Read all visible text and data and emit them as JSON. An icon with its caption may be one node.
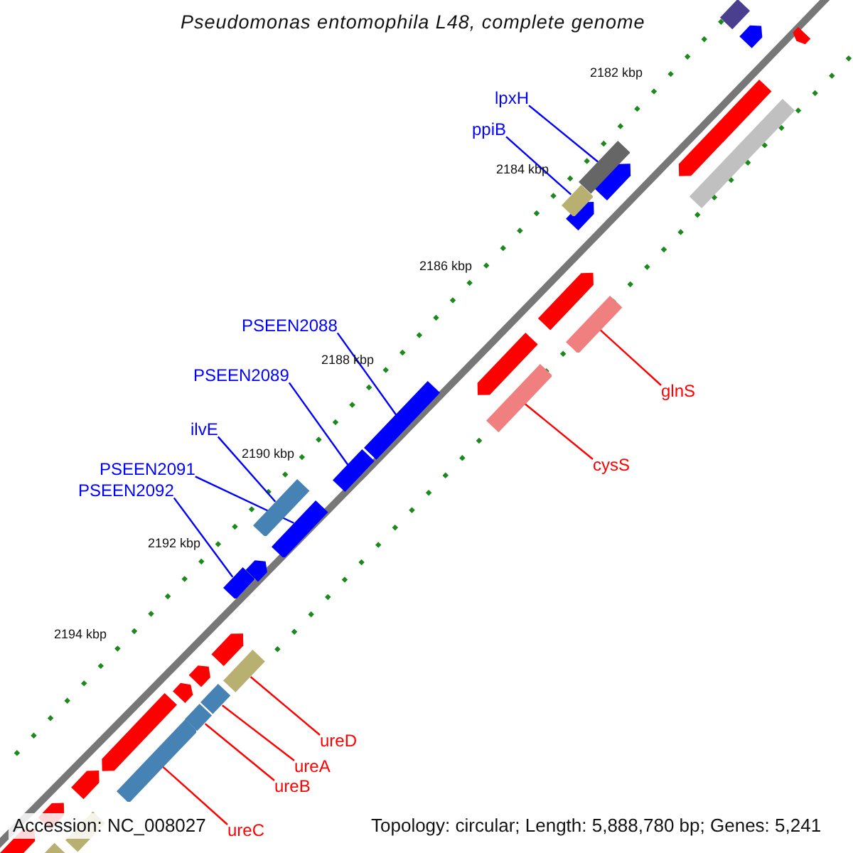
{
  "diagram": {
    "title": "Pseudomonas entomophila L48, complete genome",
    "nodes": [
      {
        "text": [
          "lpxH"
        ]
      },
      {
        "text": [
          "ppiB"
        ]
      },
      {
        "text": [
          "PSEEN2088"
        ]
      },
      {
        "text": [
          "PSEEN2089"
        ]
      },
      {
        "text": [
          "ilvE"
        ]
      },
      {
        "text": [
          "PSEEN2091"
        ]
      },
      {
        "text": [
          "PSEEN2092"
        ]
      },
      {
        "text": [
          "glnS"
        ]
      },
      {
        "text": [
          "cysS"
        ]
      },
      {
        "text": [
          "ureD"
        ]
      },
      {
        "text": [
          "ureA"
        ]
      },
      {
        "text": [
          "ureB"
        ]
      },
      {
        "text": [
          "ureC"
        ]
      },
      {
        "text": [],
        "shape": "bar"
      },
      {
        "text": [],
        "shape": "bar"
      },
      {
        "text": [],
        "shape": "bar"
      },
      {
        "text": [],
        "shape": "bar"
      },
      {
        "text": [],
        "shape": "bar"
      },
      {
        "text": [],
        "shape": "bar"
      },
      {
        "text": [],
        "shape": "bar"
      },
      {
        "text": [],
        "shape": "bar"
      },
      {
        "text": [],
        "shape": "bar"
      },
      {
        "text": [],
        "shape": "bar"
      },
      {
        "text": [],
        "shape": "bar"
      },
      {
        "text": [],
        "shape": "bar"
      },
      {
        "text": [],
        "shape": "bar"
      }
    ],
    "edges": [
      {
        "from": 0,
        "to": 13,
        "arrow": "none"
      },
      {
        "from": 1,
        "to": 14,
        "arrow": "none"
      },
      {
        "from": 2,
        "to": 15,
        "arrow": "none"
      },
      {
        "from": 3,
        "to": 16,
        "arrow": "none"
      },
      {
        "from": 4,
        "to": 17,
        "arrow": "none"
      },
      {
        "from": 5,
        "to": 18,
        "arrow": "none"
      },
      {
        "from": 6,
        "to": 19,
        "arrow": "none"
      },
      {
        "from": 7,
        "to": 20,
        "arrow": "none",
        "color": "#ff0000"
      },
      {
        "from": 8,
        "to": 21,
        "arrow": "none",
        "color": "#ff0000"
      },
      {
        "from": 9,
        "to": 22,
        "arrow": "none",
        "color": "#ff0000"
      },
      {
        "from": 10,
        "to": 23,
        "arrow": "none",
        "color": "#ff0000"
      },
      {
        "from": 11,
        "to": 24,
        "arrow": "none",
        "color": "#ff0000"
      },
      {
        "from": 12,
        "to": 25,
        "arrow": "none",
        "color": "#ff0000"
      }
    ],
    "labels": [
      "2182 kbp",
      "2184 kbp",
      "2186 kbp",
      "2188 kbp",
      "2190 kbp",
      "2192 kbp",
      "2194 kbp",
      "Accession: NC_008027",
      "Topology: circular; Length: 5,888,780 bp; Genes: 5,241"
    ]
  }
}
